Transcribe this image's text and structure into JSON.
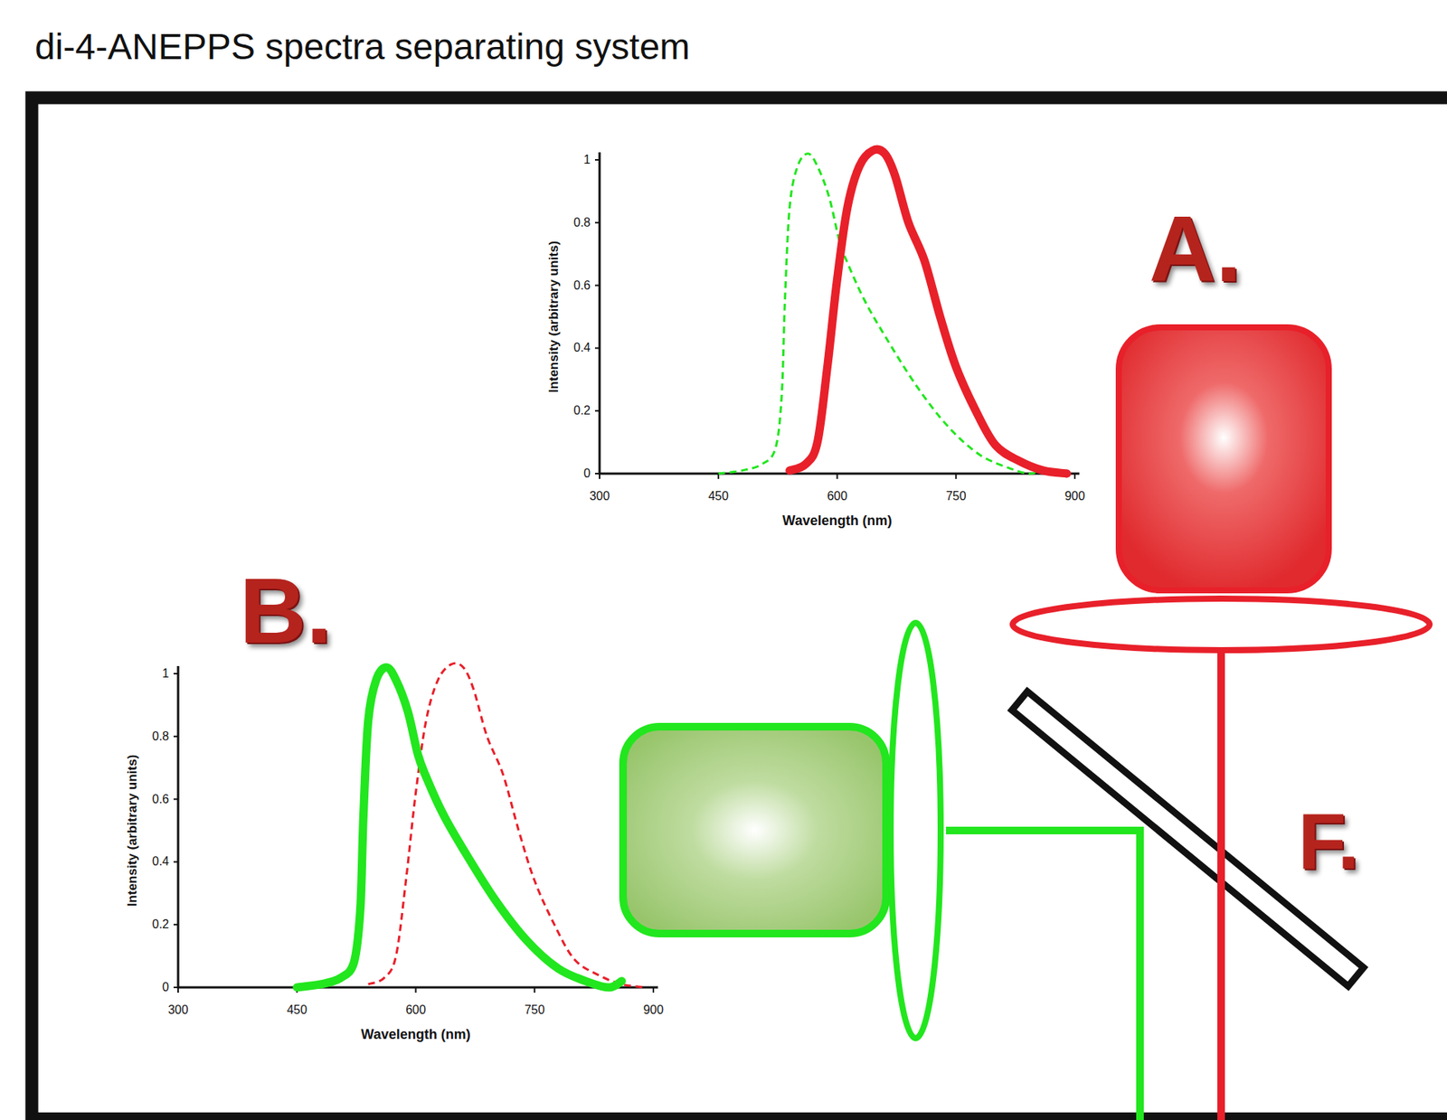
{
  "diagram": {
    "title": "di-4-ANEPPS spectra separating system",
    "labels": [
      "1",
      "0.8",
      "0.6",
      "0.4",
      "0.2",
      "0",
      "300",
      "450",
      "600",
      "750",
      "900",
      "Wavelength (nm)",
      "Intensity (arbitrary units)",
      "A.",
      "B.",
      "1",
      "0.8",
      "0.6",
      "0.4",
      "0.2",
      "0",
      "300",
      "450",
      "600",
      "750",
      "900",
      "Wavelength (nm)",
      "Intensity (arbitrary units)",
      "F."
    ]
  }
}
